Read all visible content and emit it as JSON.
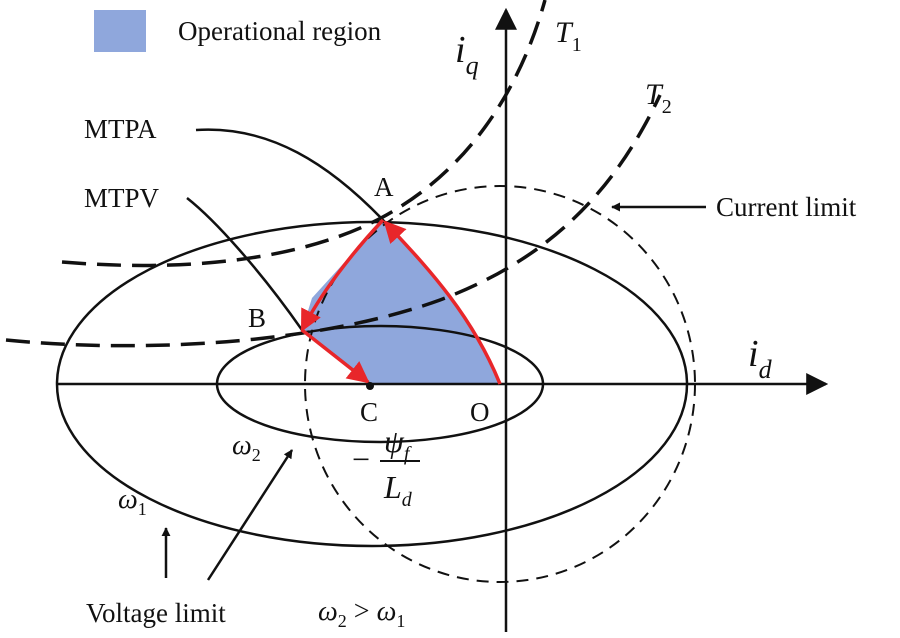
{
  "legend": {
    "swatch_color": "#8fa7dc",
    "label": "Operational region"
  },
  "axes": {
    "iq": {
      "symbol": "i",
      "sub": "q"
    },
    "id": {
      "symbol": "i",
      "sub": "d"
    }
  },
  "curves": {
    "t1": {
      "symbol": "T",
      "sub": "1"
    },
    "t2": {
      "symbol": "T",
      "sub": "2"
    },
    "mtpa": "MTPA",
    "mtpv": "MTPV",
    "current_limit": "Current limit",
    "voltage_limit": "Voltage limit"
  },
  "points": {
    "a": "A",
    "b": "B",
    "c": "C",
    "o": "O"
  },
  "speeds": {
    "w1": {
      "symbol": "ω",
      "sub": "1"
    },
    "w2": {
      "symbol": "ω",
      "sub": "2"
    },
    "relation": {
      "lhs": "ω",
      "lhs_sub": "2",
      "op": " > ",
      "rhs": "ω",
      "rhs_sub": "1"
    }
  },
  "center_expr": {
    "minus": "−",
    "num": "ψ",
    "num_sub": "f",
    "den": "L",
    "den_sub": "d"
  },
  "colors": {
    "trajectory": "#e8262a",
    "region": "#8fa7dc",
    "ink": "#111111"
  }
}
